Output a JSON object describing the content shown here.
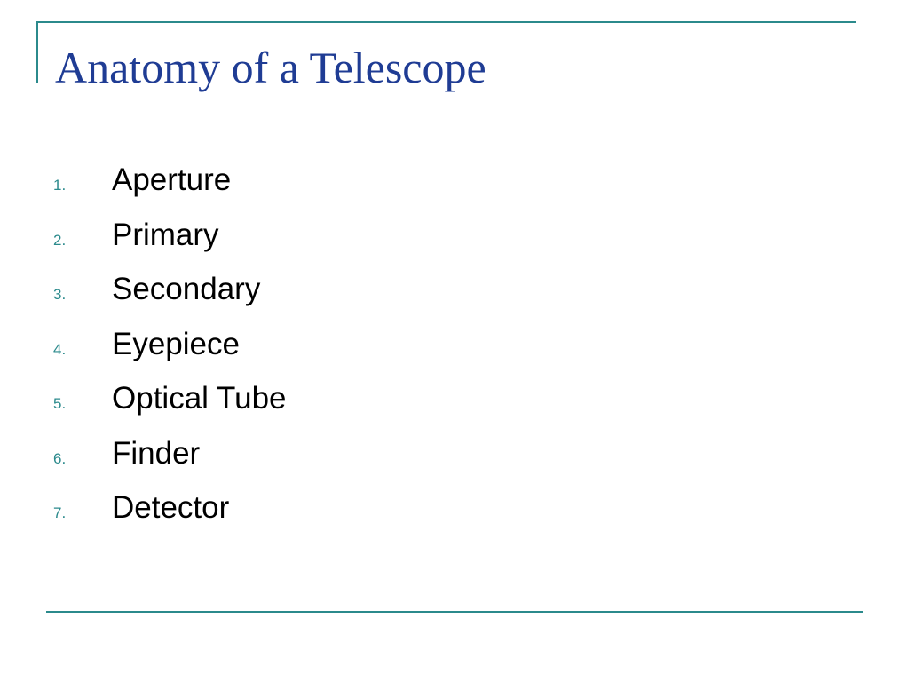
{
  "slide": {
    "title": "Anatomy of a Telescope",
    "items": [
      {
        "number": "1.",
        "label": "Aperture"
      },
      {
        "number": "2.",
        "label": "Primary"
      },
      {
        "number": "3.",
        "label": "Secondary"
      },
      {
        "number": "4.",
        "label": "Eyepiece"
      },
      {
        "number": "5.",
        "label": "Optical Tube"
      },
      {
        "number": "6.",
        "label": "Finder"
      },
      {
        "number": "7.",
        "label": "Detector"
      }
    ]
  },
  "colors": {
    "accent": "#2b8a8c",
    "title": "#1f3c94",
    "body_text": "#000000",
    "background": "#ffffff"
  }
}
